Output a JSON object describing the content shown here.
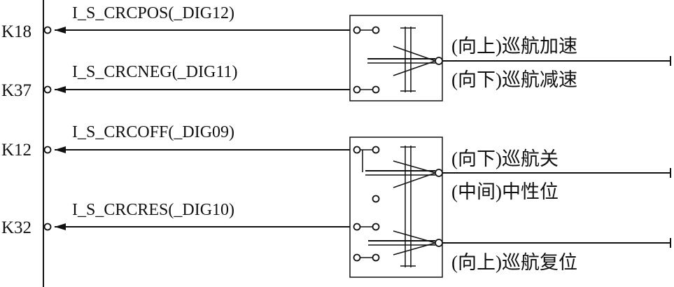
{
  "connector_pins": [
    "K18",
    "K37",
    "K12",
    "K32"
  ],
  "signals": [
    "I_S_CRCPOS(_DIG12)",
    "I_S_CRCNEG(_DIG11)",
    "I_S_CRCOFF(_DIG09)",
    "I_S_CRCRES(_DIG10)"
  ],
  "switch_positions": [
    "(向上)巡航加速",
    "(向下)巡航减速",
    "(向下)巡航关",
    "(中间)中性位",
    "(向上)巡航复位"
  ]
}
